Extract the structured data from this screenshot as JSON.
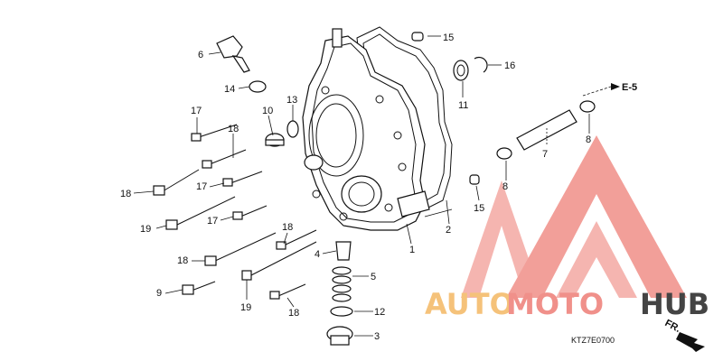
{
  "colors": {
    "watermark_red": "#f0908a",
    "watermark_orange": "#f5c27a",
    "watermark_dark": "#444444",
    "ink": "#111111"
  },
  "callouts": {
    "c1": "1",
    "c2": "2",
    "c3": "3",
    "c4": "4",
    "c5": "5",
    "c6": "6",
    "c7": "7",
    "c8a": "8",
    "c8b": "8",
    "c9": "9",
    "c10": "10",
    "c11": "11",
    "c12": "12",
    "c13": "13",
    "c14": "14",
    "c15a": "15",
    "c15b": "15",
    "c16": "16",
    "c17a": "17",
    "c17b": "17",
    "c17c": "17",
    "c18a": "18",
    "c18b": "18",
    "c18c": "18",
    "c18d": "18",
    "c18e": "18",
    "c19a": "19",
    "c19b": "19"
  },
  "reference": "E-5",
  "diagram_code": "KTZ7E0700",
  "front_marker": "FR.",
  "watermark": {
    "auto": "AUTO",
    "moto": "MOTO",
    "hub": "HUB",
    "logo_icon": "triangle-mountain-logo"
  }
}
